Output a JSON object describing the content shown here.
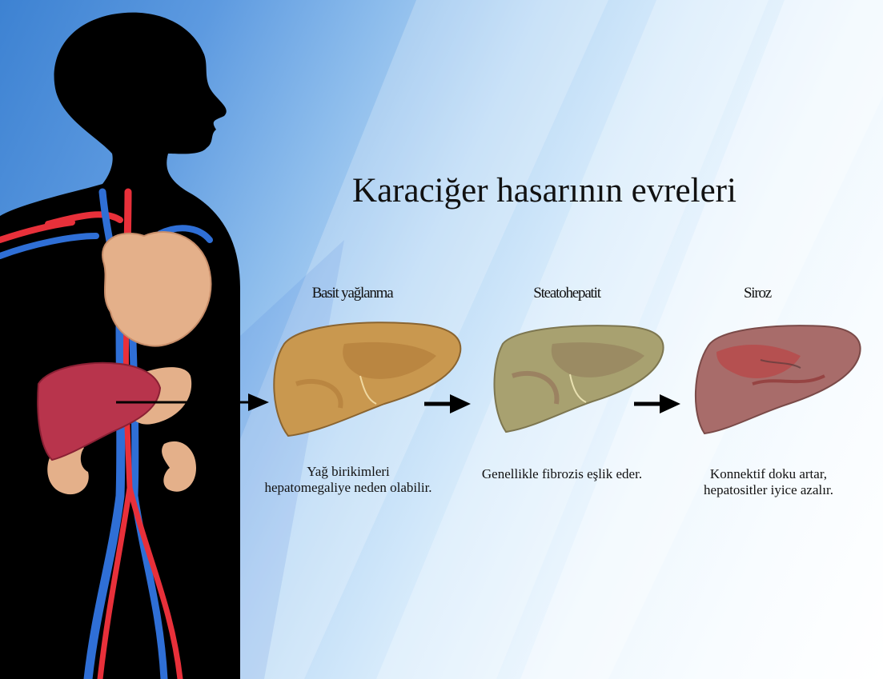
{
  "title": "Karaciğer hasarının evreleri",
  "stages": [
    {
      "label": "Basit yağlanma",
      "description": [
        "Yağ birikimleri",
        "hepatomegaliye neden olabilir."
      ],
      "color": "#c9984f"
    },
    {
      "label": "Steatohepatit",
      "description": [
        "Genellikle fibrozis eşlik eder."
      ],
      "color": "#a8a170"
    },
    {
      "label": "Siroz",
      "description": [
        "Konnektif doku artar,",
        "hepatositler iyice azalır."
      ],
      "color": "#a86c6a"
    }
  ],
  "colors": {
    "silhouette": "#000000",
    "artery": "#e8303a",
    "vein": "#2f6fd6",
    "heart": "#e4b08a",
    "liver_in_body": "#b8344c",
    "arrow": "#000000"
  },
  "icons": [
    "human-silhouette",
    "heart",
    "liver",
    "kidney",
    "arrow-right"
  ]
}
